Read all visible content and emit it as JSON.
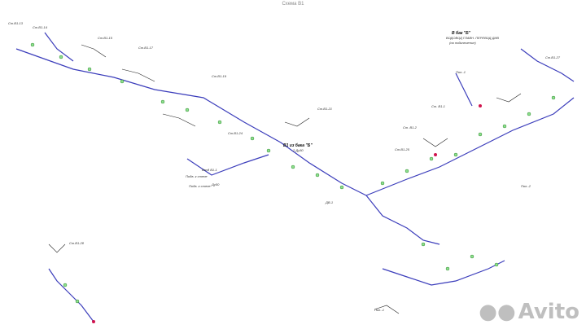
{
  "sheet": {
    "title": "Схема В1"
  },
  "colors": {
    "pipe": "#3b3dbb",
    "valve": "#2e8a2e",
    "valve_fill": "#8fe08f",
    "line": "#222222",
    "accent": "#d0144d"
  },
  "labels": {
    "riser_b": "В бак \"Б\"",
    "riser_note_1": "ВОДОВОД ГЛАВН. ПЕРЕВОД ДИВ",
    "riser_note_2": "(на подключение)",
    "main_b": "В1 из бака \"Б\"",
    "main_b2": "2 Ду50",
    "input_left": "Ввод В1-1",
    "input_left_sub": "Ду50",
    "pk_1": "Подв. к стене",
    "pk_2": "Подв. к стене",
    "pol_1": "Пол.-1",
    "pol_2": "Пол.-2",
    "vent_1": "Ст. В1-1",
    "vent_2": "Ст. В1-2",
    "sw_1": "ДВ-1",
    "node_a": "Ст.В1-13",
    "node_b": "Ст.В1-14",
    "node_c": "Ст.В1-15",
    "node_d": "Ст.В1-17",
    "node_e": "Ст.В1-19",
    "node_f": "Ст.В1-21",
    "node_g": "Ст.В1-24",
    "node_h": "Ст.В1-25",
    "node_i": "Ст.В1-27",
    "right_riser": "Ст.В1-28",
    "lower_bottom": "Пол.-1"
  },
  "watermark": {
    "brand": "Avito"
  }
}
